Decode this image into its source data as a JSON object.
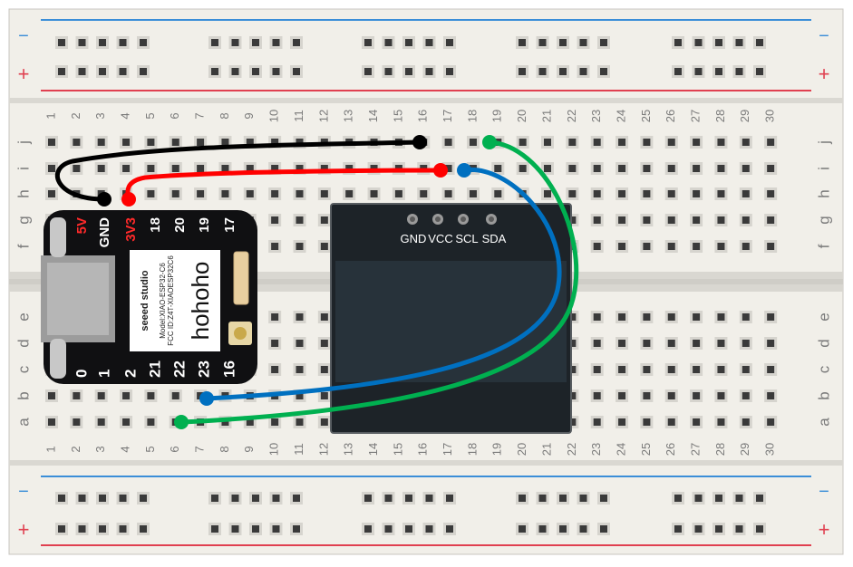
{
  "breadboard": {
    "rail_minus_label": "−",
    "rail_plus_label": "+",
    "columns": [
      "1",
      "2",
      "3",
      "4",
      "5",
      "6",
      "7",
      "8",
      "9",
      "10",
      "11",
      "12",
      "13",
      "14",
      "15",
      "16",
      "17",
      "18",
      "19",
      "20",
      "21",
      "22",
      "23",
      "24",
      "25",
      "26",
      "27",
      "28",
      "29",
      "30"
    ],
    "rows_top": [
      "j",
      "i",
      "h",
      "g",
      "f"
    ],
    "rows_bottom": [
      "e",
      "d",
      "c",
      "b",
      "a"
    ]
  },
  "xiao": {
    "brand": "seeed studio",
    "model": "Model:XIAO-ESP32-C6",
    "fcc": "FCC ID:Z4T-XIAOESP32C6",
    "label": "hohoho",
    "pins_top": [
      "5V",
      "GND",
      "3V3",
      "18",
      "20",
      "19",
      "17"
    ],
    "pins_bottom": [
      "0",
      "1",
      "2",
      "21",
      "22",
      "23",
      "16"
    ]
  },
  "oled": {
    "pins": [
      "GND",
      "VCC",
      "SCL",
      "SDA"
    ]
  },
  "wires": [
    {
      "color": "#000000",
      "from": "GND",
      "to": "OLED GND"
    },
    {
      "color": "#ff0000",
      "from": "3V3",
      "to": "OLED VCC"
    },
    {
      "color": "#0070c0",
      "from": "23",
      "to": "OLED SCL"
    },
    {
      "color": "#00b050",
      "from": "22",
      "to": "OLED SDA"
    }
  ]
}
